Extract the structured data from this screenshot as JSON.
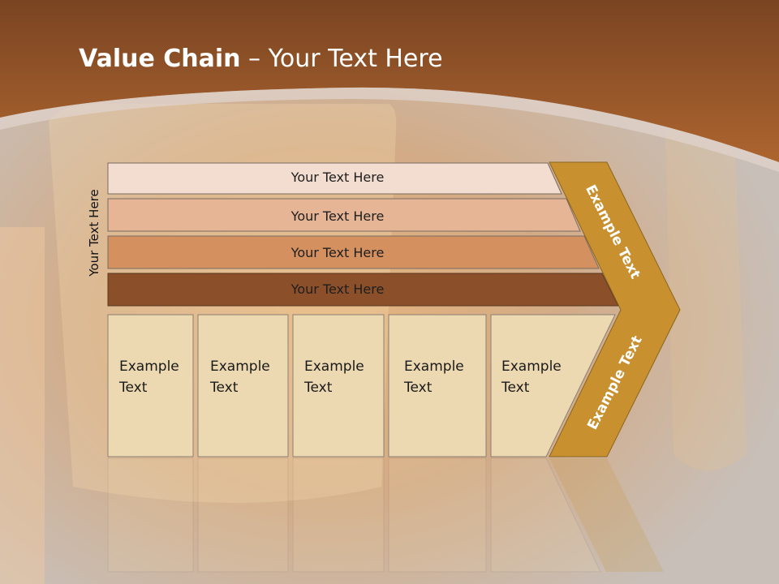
{
  "title": {
    "bold": "Value Chain",
    "rest": " – Your Text Here"
  },
  "vertical_label": "Your Text Here",
  "rows": [
    {
      "label": "Your Text Here",
      "color": "#f2ddd0"
    },
    {
      "label": "Your Text Here",
      "color": "#e6b595"
    },
    {
      "label": "Your Text Here",
      "color": "#d4915f"
    },
    {
      "label": "Your Text Here",
      "color": "#8b4f2a"
    }
  ],
  "boxes": [
    {
      "line1": "Example",
      "line2": "Text"
    },
    {
      "line1": "Example",
      "line2": "Text"
    },
    {
      "line1": "Example",
      "line2": "Text"
    },
    {
      "line1": "Example",
      "line2": "Text"
    },
    {
      "line1": "Example",
      "line2": "Text"
    }
  ],
  "arrow": {
    "upper": "Example Text",
    "lower": "Example Text",
    "color": "#c8902e"
  },
  "colors": {
    "header": "#a45a28",
    "box_fill": "#ecd8b1"
  }
}
